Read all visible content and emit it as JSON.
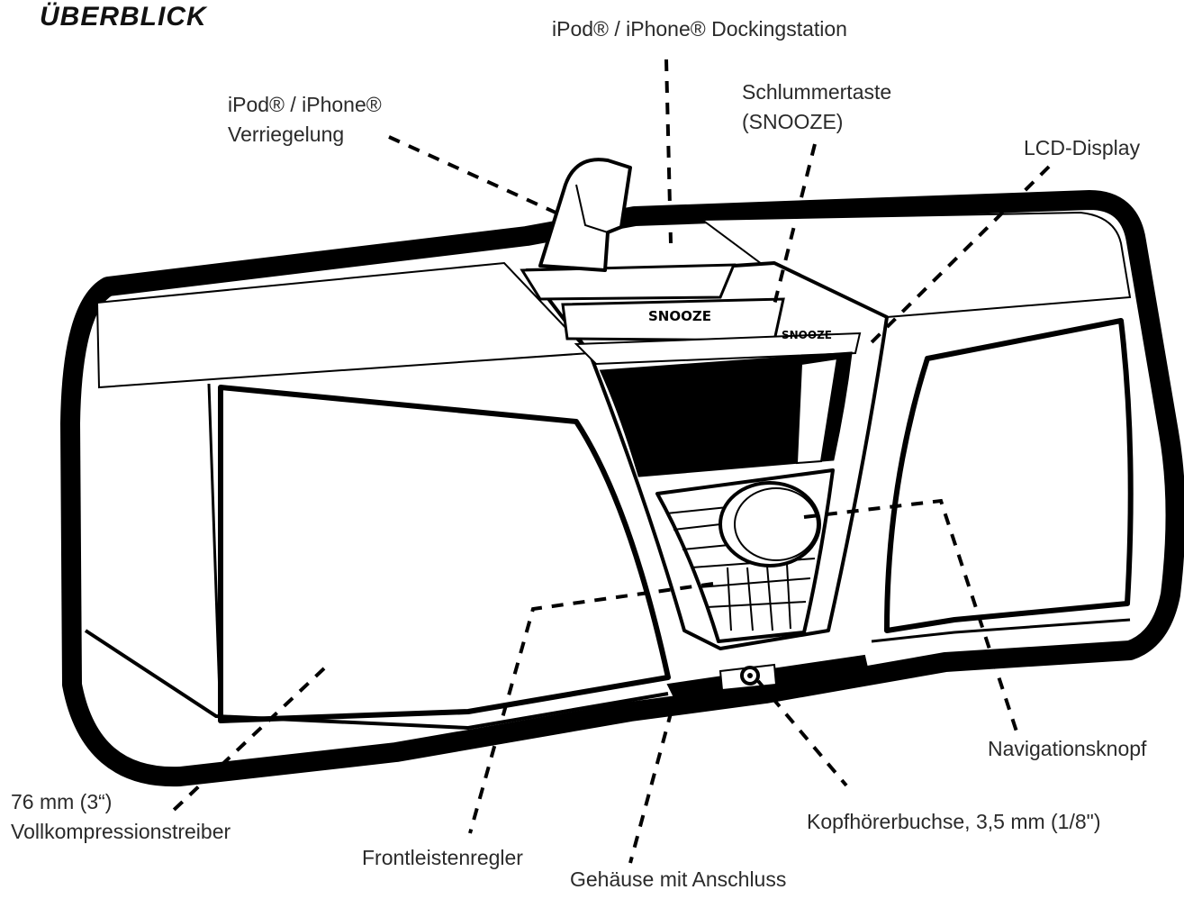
{
  "title": "ÜBERBLICK",
  "labels": {
    "dock": "iPod® / iPhone® Dockingstation",
    "lock_line1": "iPod® / iPhone®",
    "lock_line2": "Verriegelung",
    "snooze_line1": "Schlummertaste",
    "snooze_line2": "(SNOOZE)",
    "lcd": "LCD-Display",
    "nav": "Navigationsknopf",
    "driver_line1": "76 mm (3“)",
    "driver_line2": "Vollkompressionstreiber",
    "headphone": "Kopfhörerbuchse, 3,5 mm (1/8\")",
    "front_controls": "Frontleistenregler",
    "housing": "Gehäuse mit Anschluss"
  },
  "device": {
    "snooze_print": "SNOOZE",
    "snooze_print_small": "SNOOZE"
  }
}
